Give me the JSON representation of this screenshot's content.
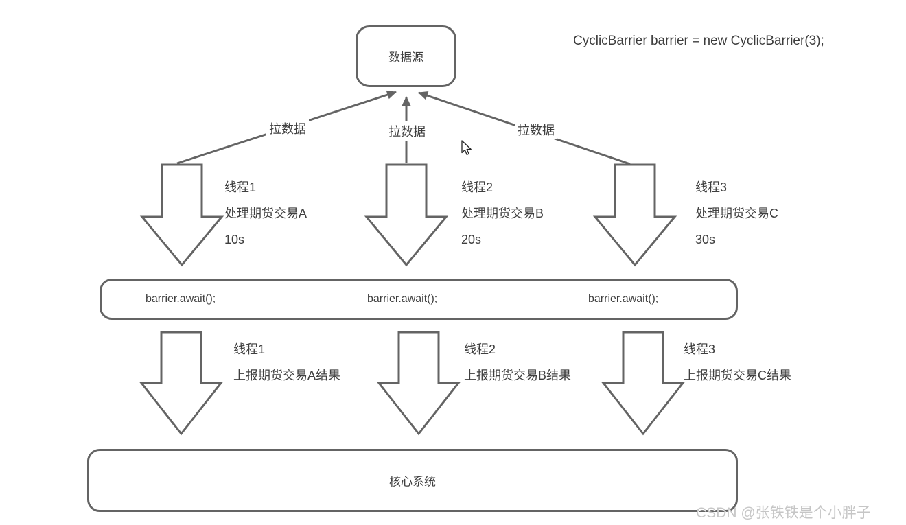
{
  "code_line": "CyclicBarrier barrier = new CyclicBarrier(3);",
  "data_source_box": {
    "label": "数据源"
  },
  "pull_labels": [
    "拉数据",
    "拉数据",
    "拉数据"
  ],
  "process_columns": [
    {
      "thread": "线程1",
      "task": "处理期货交易A",
      "duration": "10s"
    },
    {
      "thread": "线程2",
      "task": "处理期货交易B",
      "duration": "20s"
    },
    {
      "thread": "线程3",
      "task": "处理期货交易C",
      "duration": "30s"
    }
  ],
  "barrier_box": {
    "calls": [
      "barrier.await();",
      "barrier.await();",
      "barrier.await();"
    ]
  },
  "report_columns": [
    {
      "thread": "线程1",
      "task": "上报期货交易A结果"
    },
    {
      "thread": "线程2",
      "task": "上报期货交易B结果"
    },
    {
      "thread": "线程3",
      "task": "上报期货交易C结果"
    }
  ],
  "core_box": {
    "label": "核心系统"
  },
  "watermark": "CSDN @张铁铁是个小胖子",
  "colors": {
    "stroke": "#646464",
    "text": "#3f3f3f",
    "watermark": "#c6c6c6",
    "background": "#ffffff"
  }
}
